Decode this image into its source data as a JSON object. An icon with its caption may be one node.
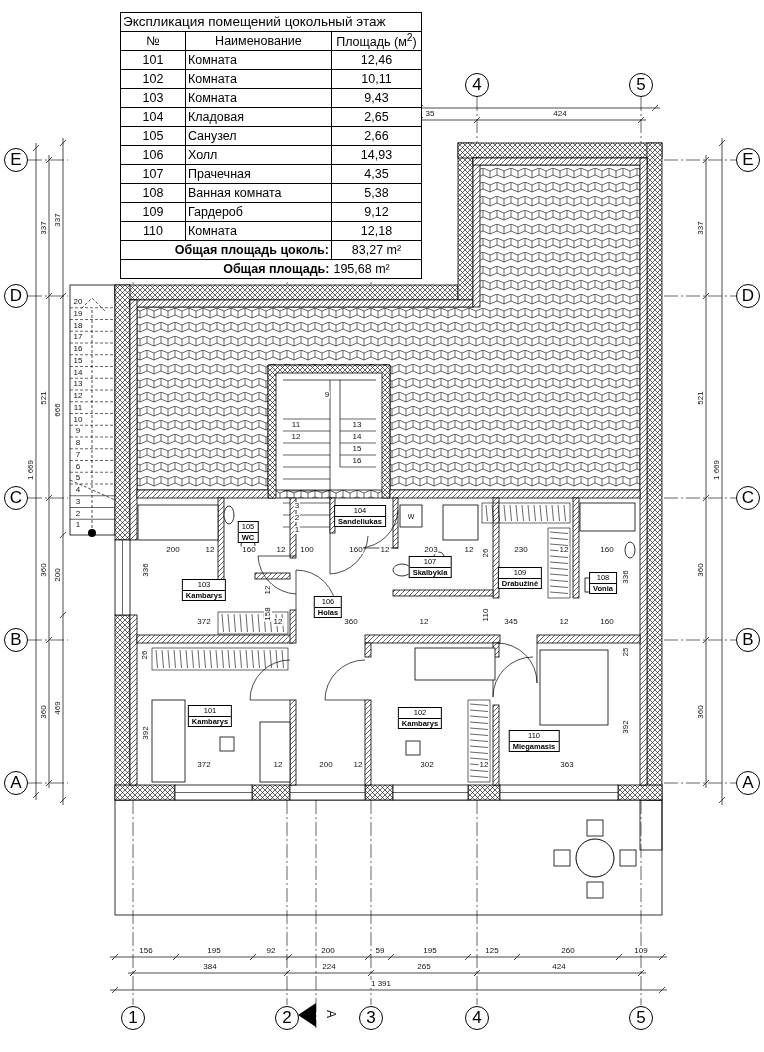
{
  "diagram": {
    "title": "Экспликация помещений цокольный этаж",
    "nodes": [
      {
        "text": [
          "4"
        ]
      },
      {
        "text": [
          "5"
        ]
      },
      {
        "text": [
          "E"
        ]
      },
      {
        "text": [
          "E"
        ]
      },
      {
        "text": [
          "D"
        ]
      },
      {
        "text": [
          "D"
        ]
      },
      {
        "text": [
          "C"
        ]
      },
      {
        "text": [
          "C"
        ]
      },
      {
        "text": [
          "104",
          "Sandeliukas"
        ]
      },
      {
        "text": [
          "105",
          "WC"
        ]
      },
      {
        "text": [
          "107",
          "Skalbykla"
        ]
      },
      {
        "text": [
          "109",
          "Drabužinė"
        ]
      },
      {
        "text": [
          "108",
          "Vonia"
        ]
      },
      {
        "text": [
          "103",
          "Kambarys"
        ]
      },
      {
        "text": [
          "106",
          "Holas"
        ]
      },
      {
        "text": [
          "B"
        ]
      },
      {
        "text": [
          "B"
        ]
      },
      {
        "text": [
          "101",
          "Kambarys"
        ]
      },
      {
        "text": [
          "102",
          "Kambarys"
        ]
      },
      {
        "text": [
          "110",
          "Miegamasis"
        ]
      },
      {
        "text": [
          "A"
        ]
      },
      {
        "text": [
          "A"
        ]
      },
      {
        "text": [
          "1"
        ]
      },
      {
        "text": [
          "2"
        ]
      },
      {
        "text": [
          "3"
        ]
      },
      {
        "text": [
          "4"
        ]
      },
      {
        "text": [
          "5"
        ]
      }
    ],
    "labels": [
      "№",
      "Наименование",
      "Площадь (м$^{2}$)",
      "101",
      "Комната",
      "12,46",
      "102",
      "Комната",
      "10,11",
      "103",
      "Комната",
      "9,43",
      "104",
      "Кладовая",
      "2,65",
      "105",
      "Санузел",
      "2,66",
      "106",
      "Холл",
      "14,93",
      "107",
      "Прачечная",
      "4,35",
      "108",
      "Ванная комната",
      "5,38",
      "109",
      "Гардероб",
      "9,12",
      "110",
      "Комната",
      "12,18",
      "Общая площадь цоколь:",
      "83,27 m²",
      "Общая площадь:",
      "195,68 m²",
      "35",
      "424",
      "337",
      "521",
      "360",
      "360",
      "1 669",
      "337",
      "666",
      "200",
      "469",
      "337",
      "521",
      "360",
      "360",
      "1 669",
      "20",
      "19",
      "18",
      "17",
      "16",
      "15",
      "14",
      "13",
      "12",
      "11",
      "10",
      "9",
      "8",
      "7",
      "6",
      "5",
      "4",
      "3",
      "2",
      "1",
      "9",
      "11",
      "12",
      "13",
      "14",
      "15",
      "16",
      "3",
      "2",
      "1",
      "W",
      "200",
      "12",
      "160",
      "12",
      "100",
      "160",
      "12",
      "203",
      "12",
      "230",
      "12",
      "160",
      "372",
      "12",
      "360",
      "12",
      "345",
      "12",
      "160",
      "372",
      "12",
      "200",
      "12",
      "302",
      "12",
      "363",
      "26",
      "336",
      "12",
      "158",
      "110",
      "336",
      "26",
      "25",
      "392",
      "392",
      "156",
      "195",
      "92",
      "200",
      "59",
      "195",
      "125",
      "260",
      "109",
      "384",
      "224",
      "265",
      "424",
      "1 391",
      "A"
    ]
  }
}
